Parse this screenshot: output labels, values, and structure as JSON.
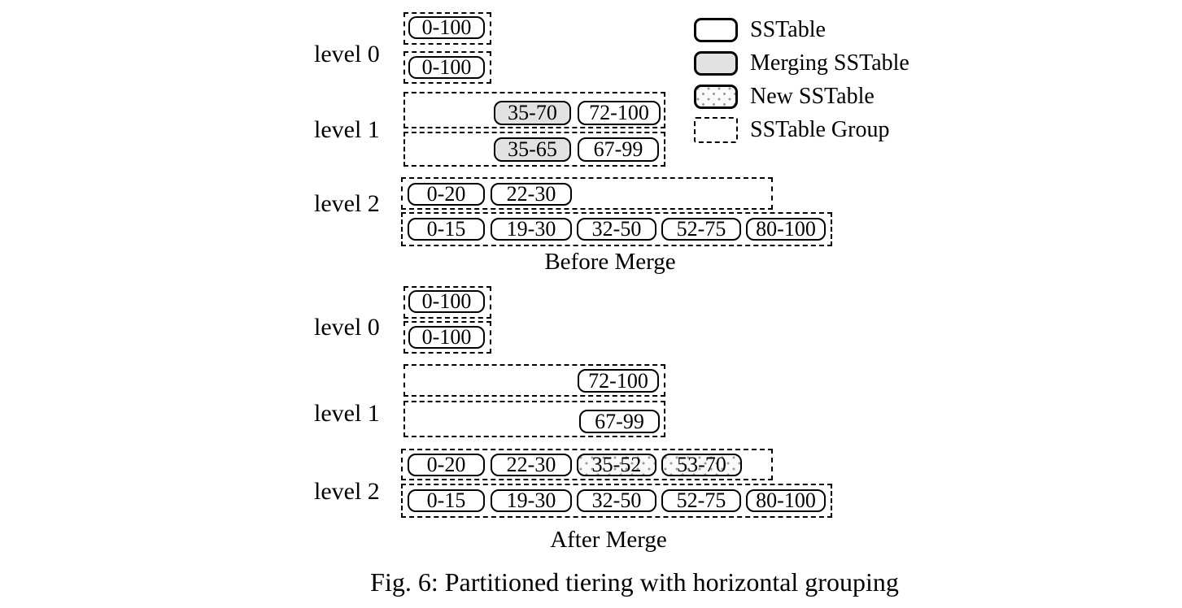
{
  "colors": {
    "background": "#ffffff",
    "border": "#000000",
    "merging_fill": "#e2e2e2",
    "new_fill": "#fafafa",
    "new_dot": "#9a9a9a"
  },
  "legend": {
    "items": [
      {
        "label": "SSTable",
        "kind": "sstable"
      },
      {
        "label": "Merging SSTable",
        "kind": "merging"
      },
      {
        "label": "New SSTable",
        "kind": "new"
      },
      {
        "label": "SSTable Group",
        "kind": "group"
      }
    ]
  },
  "before": {
    "title": "Before Merge",
    "levels": [
      {
        "label": "level 0",
        "groups": [
          {
            "sstables": [
              {
                "range": "0-100",
                "kind": "sstable"
              }
            ]
          },
          {
            "sstables": [
              {
                "range": "0-100",
                "kind": "sstable"
              }
            ]
          }
        ]
      },
      {
        "label": "level 1",
        "groups": [
          {
            "sstables": [
              {
                "range": "35-70",
                "kind": "merging"
              },
              {
                "range": "72-100",
                "kind": "sstable"
              }
            ]
          },
          {
            "sstables": [
              {
                "range": "35-65",
                "kind": "merging"
              },
              {
                "range": "67-99",
                "kind": "sstable"
              }
            ]
          }
        ]
      },
      {
        "label": "level 2",
        "groups": [
          {
            "sstables": [
              {
                "range": "0-20",
                "kind": "sstable"
              },
              {
                "range": "22-30",
                "kind": "sstable"
              }
            ]
          },
          {
            "sstables": [
              {
                "range": "0-15",
                "kind": "sstable"
              },
              {
                "range": "19-30",
                "kind": "sstable"
              },
              {
                "range": "32-50",
                "kind": "sstable"
              },
              {
                "range": "52-75",
                "kind": "sstable"
              },
              {
                "range": "80-100",
                "kind": "sstable"
              }
            ]
          }
        ]
      }
    ]
  },
  "after": {
    "title": "After Merge",
    "levels": [
      {
        "label": "level 0",
        "groups": [
          {
            "sstables": [
              {
                "range": "0-100",
                "kind": "sstable"
              }
            ]
          },
          {
            "sstables": [
              {
                "range": "0-100",
                "kind": "sstable"
              }
            ]
          }
        ]
      },
      {
        "label": "level 1",
        "groups": [
          {
            "sstables": [
              {
                "range": "72-100",
                "kind": "sstable"
              }
            ]
          },
          {
            "sstables": [
              {
                "range": "67-99",
                "kind": "sstable"
              }
            ]
          }
        ]
      },
      {
        "label": "level 2",
        "groups": [
          {
            "sstables": [
              {
                "range": "0-20",
                "kind": "sstable"
              },
              {
                "range": "22-30",
                "kind": "sstable"
              },
              {
                "range": "35-52",
                "kind": "new"
              },
              {
                "range": "53-70",
                "kind": "new"
              }
            ]
          },
          {
            "sstables": [
              {
                "range": "0-15",
                "kind": "sstable"
              },
              {
                "range": "19-30",
                "kind": "sstable"
              },
              {
                "range": "32-50",
                "kind": "sstable"
              },
              {
                "range": "52-75",
                "kind": "sstable"
              },
              {
                "range": "80-100",
                "kind": "sstable"
              }
            ]
          }
        ]
      }
    ]
  },
  "caption": "Fig. 6: Partitioned tiering with horizontal grouping"
}
